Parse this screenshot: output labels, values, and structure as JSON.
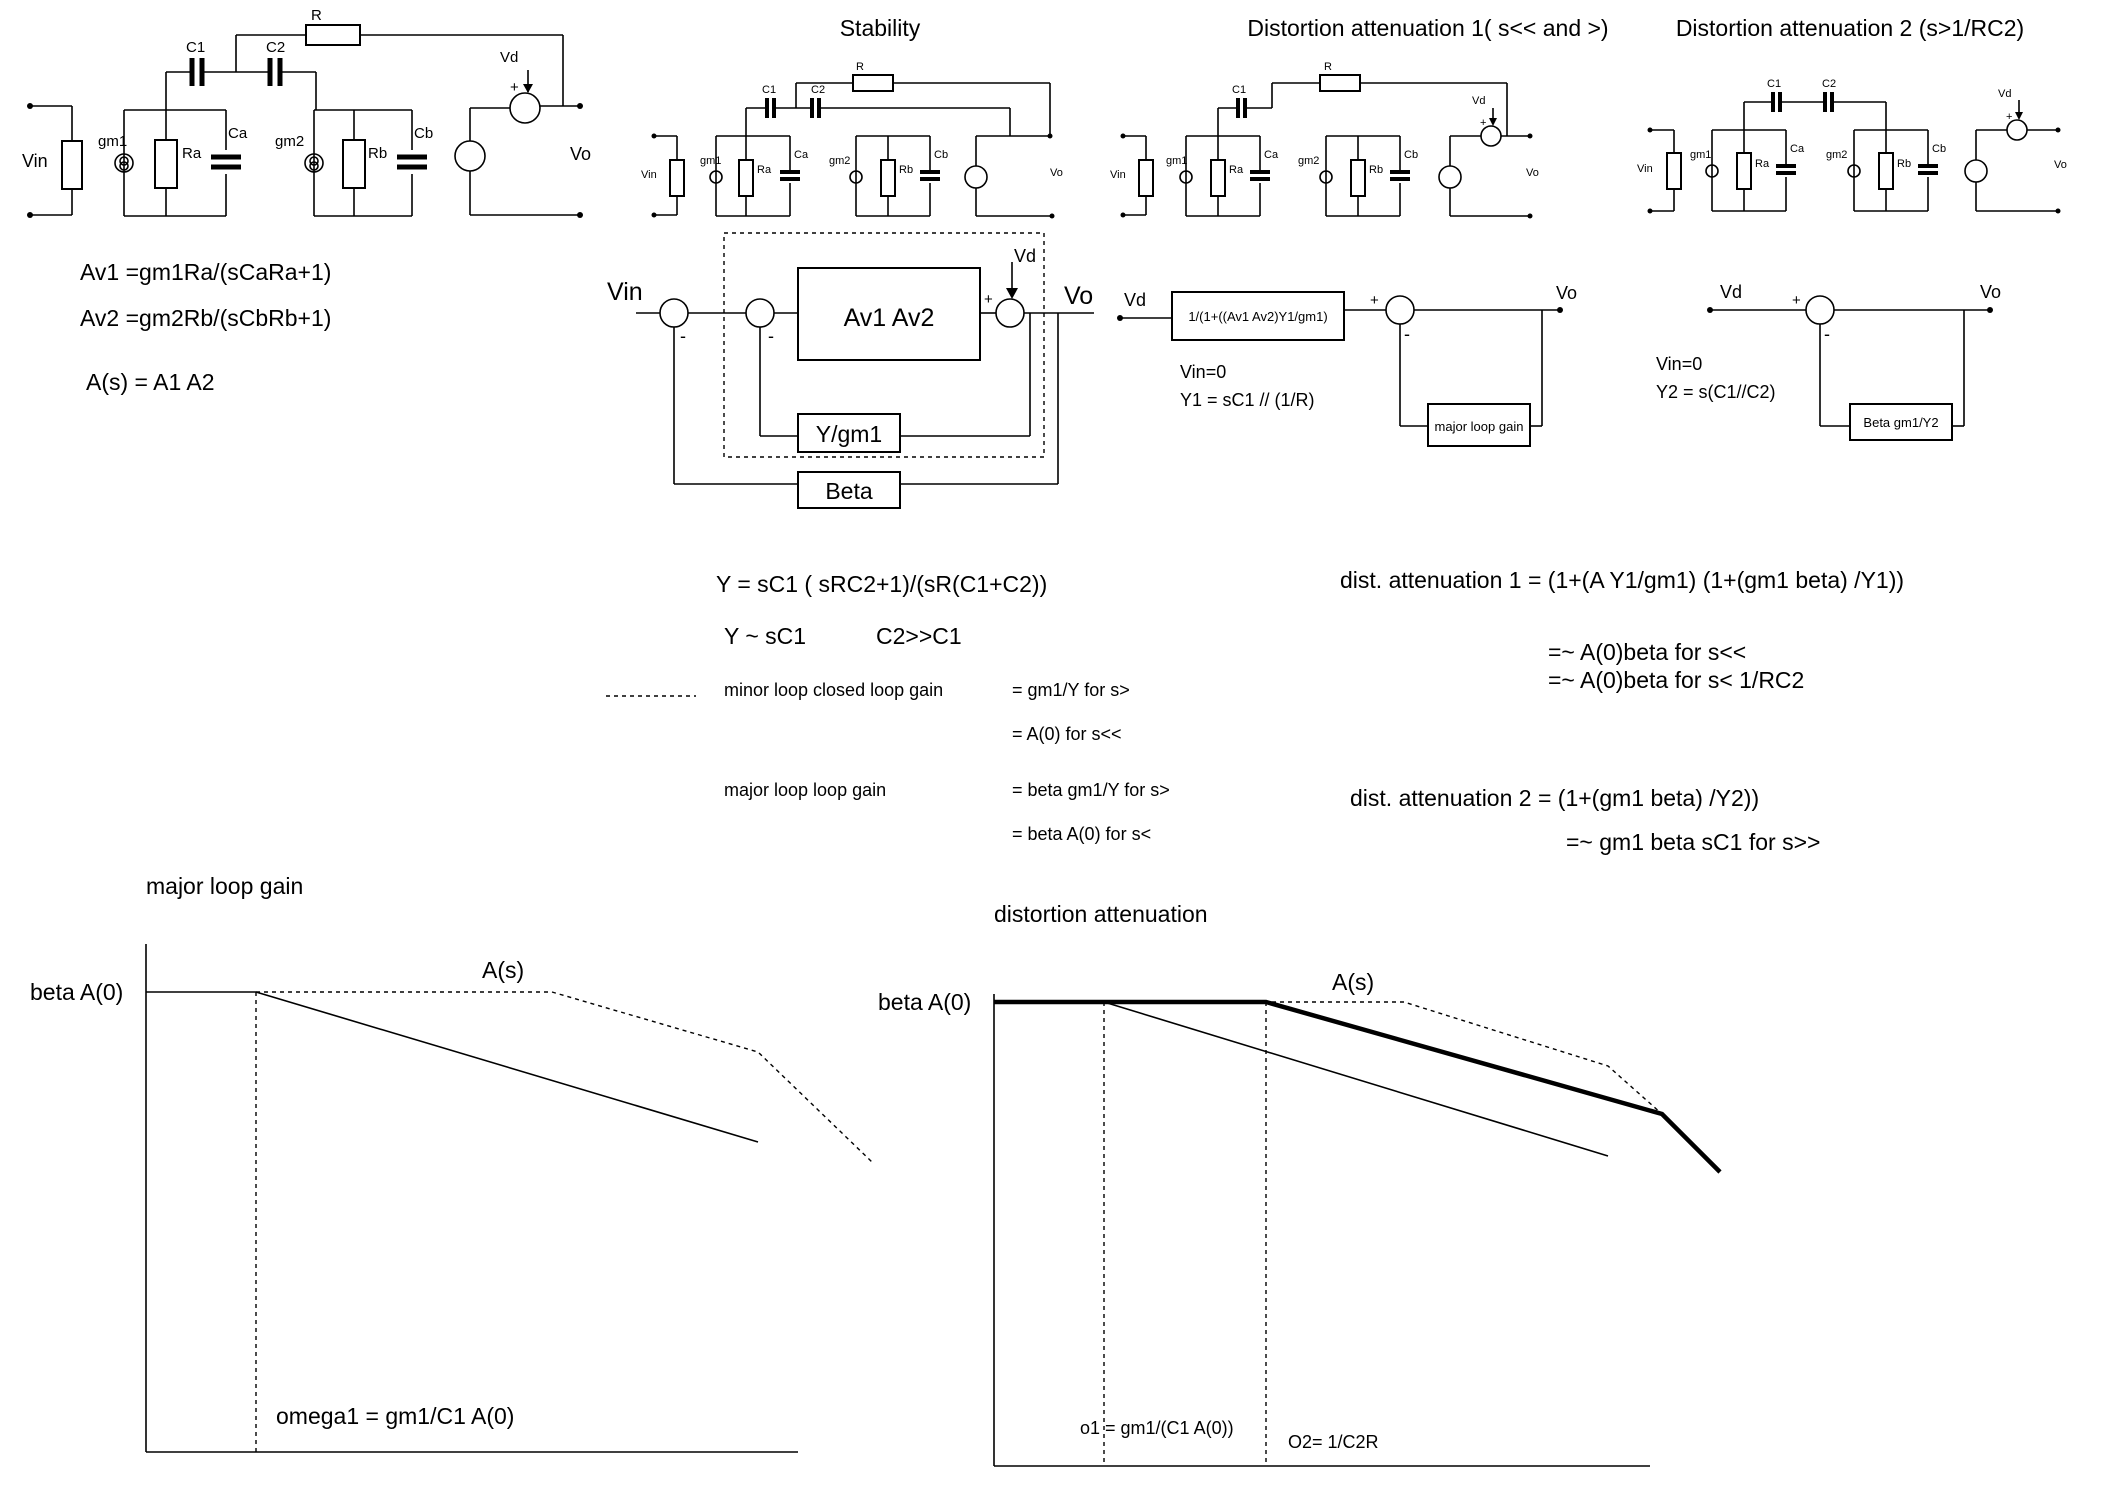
{
  "titles": {
    "stability": "Stability",
    "dist1": "Distortion attenuation 1( s<< and >)",
    "dist2": "Distortion attenuation 2 (s>1/RC2)"
  },
  "circuit": {
    "C1": "C1",
    "C2": "C2",
    "R": "R",
    "Vd": "Vd",
    "Vin": "Vin",
    "Vo": "Vo",
    "gm1": "gm1",
    "gm2": "gm2",
    "Ra": "Ra",
    "Rb": "Rb",
    "Ca": "Ca",
    "Cb": "Cb",
    "plus": "+",
    "minus": "-"
  },
  "equations": {
    "av1": "Av1 =gm1Ra/(sCaRa+1)",
    "av2": "Av2 =gm2Rb/(sCbRb+1)",
    "as": "A(s) = A1 A2",
    "y": "Y = sC1 ( sRC2+1)/(sR(C1+C2))",
    "y_approx": "Y ~ sC1",
    "c2_cond": "C2>>C1",
    "minor_label": "minor loop closed loop gain",
    "minor_val1": "= gm1/Y     for s>",
    "minor_val2": "= A(0)  for s<<",
    "major_label": "major loop loop gain",
    "major_val1": "= beta gm1/Y  for s>",
    "major_val2": "= beta A(0)  for s<",
    "dist1": "dist. attenuation 1 = (1+(A Y1/gm1)  (1+(gm1 beta) /Y1))",
    "dist1_a": "=~ A(0)beta  for s<<",
    "dist1_b": "=~ A(0)beta  for s< 1/RC2",
    "dist2": "dist. attenuation 2 =  (1+(gm1 beta) /Y2))",
    "dist2_a": "=~ gm1 beta sC1  for s>>"
  },
  "block_diagram": {
    "vin": "Vin",
    "vo": "Vo",
    "vd": "Vd",
    "amp": "Av1 Av2",
    "ygm": "Y/gm1",
    "beta": "Beta"
  },
  "block_dist1": {
    "vd": "Vd",
    "vo": "Vo",
    "block": "1/(1+((Av1 Av2)Y1/gm1)",
    "loop": "major loop gain",
    "vin0": "Vin=0",
    "y1": "Y1 = sC1 // (1/R)"
  },
  "block_dist2": {
    "vd": "Vd",
    "vo": "Vo",
    "loop": "Beta gm1/Y2",
    "vin0": "Vin=0",
    "y2": "Y2 = s(C1//C2)"
  },
  "plot1": {
    "title": "major loop gain",
    "ylabel": "beta A(0)",
    "curve": "A(s)",
    "freq": "omega1 = gm1/C1 A(0)"
  },
  "plot2": {
    "title": "distortion attenuation",
    "ylabel": "beta A(0)",
    "curve": "A(s)",
    "o1": "o1 = gm1/(C1 A(0))",
    "o2": "O2= 1/C2R"
  }
}
